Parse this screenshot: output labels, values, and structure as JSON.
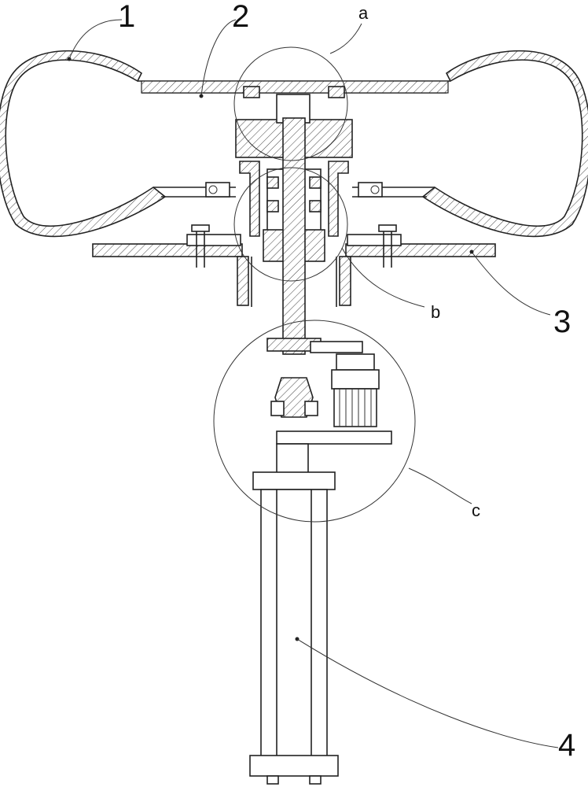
{
  "labels": {
    "part1": "1",
    "part2": "2",
    "part3": "3",
    "part4": "4",
    "detail_a": "a",
    "detail_b": "b",
    "detail_c": "c"
  }
}
